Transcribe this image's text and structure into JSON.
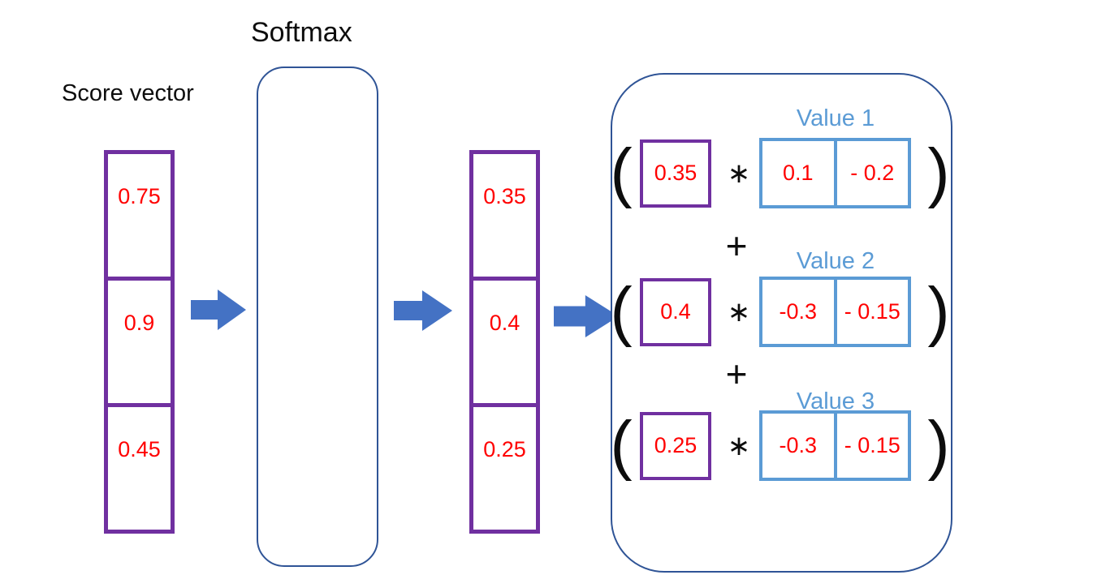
{
  "labels": {
    "score_vector": "Score vector",
    "softmax": "Softmax"
  },
  "score_vector": {
    "values": [
      "0.75",
      "0.9",
      "0.45"
    ]
  },
  "softmax_output": {
    "values": [
      "0.35",
      "0.4",
      "0.25"
    ]
  },
  "weighted_sum": {
    "open_paren": "(",
    "close_paren": ")",
    "operator": "∗",
    "plus": "+",
    "rows": [
      {
        "label": "Value 1",
        "weight": "0.35",
        "cells": [
          "0.1",
          "- 0.2"
        ]
      },
      {
        "label": "Value 2",
        "weight": "0.4",
        "cells": [
          "-0.3",
          "- 0.15"
        ]
      },
      {
        "label": "Value 3",
        "weight": "0.25",
        "cells": [
          "-0.3",
          "- 0.15"
        ]
      }
    ]
  },
  "colors": {
    "purple": "#7030A0",
    "red": "#FF0000",
    "arrow-blue": "#4472C4",
    "light-blue": "#5B9BD5",
    "outline-blue": "#2F5496",
    "ink": "#0D0D0D"
  }
}
